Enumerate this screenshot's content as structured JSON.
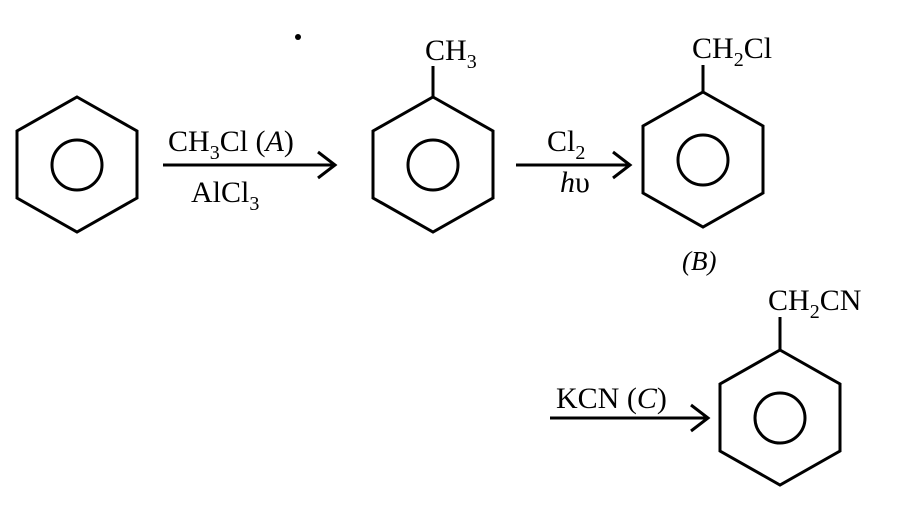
{
  "compounds": {
    "benzene": {},
    "toluene": {
      "substituent_main": "CH",
      "substituent_sub": "3"
    },
    "benzyl_chloride": {
      "substituent_main_1": "CH",
      "substituent_sub": "2",
      "substituent_main_2": "Cl",
      "label": "(B)"
    },
    "benzyl_cyanide": {
      "substituent_main_1": "CH",
      "substituent_sub": "2",
      "substituent_main_2": "CN"
    }
  },
  "arrows": {
    "step1": {
      "above_1": "CH",
      "above_sub": "3",
      "above_2": "Cl (",
      "above_ital": "A",
      "above_3": ")",
      "below_1": "AlCl",
      "below_sub": "3"
    },
    "step2": {
      "above_1": "Cl",
      "above_sub": "2",
      "below_ital": "h",
      "below_2": "υ"
    },
    "step3": {
      "above_1": "KCN (",
      "above_ital": "C",
      "above_2": ")"
    }
  },
  "colors": {
    "ink": "#000000",
    "background": "#ffffff"
  }
}
